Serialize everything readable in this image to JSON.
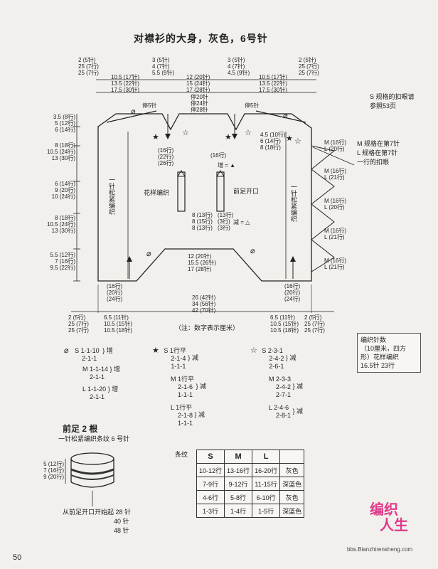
{
  "title": "对襟衫的大身，灰色，6号针",
  "top_left_rows": [
    "2 (5针)",
    "25 (7行)",
    "25 (7行)"
  ],
  "top_left_mid": [
    "10.5 (17针)",
    "13.5 (22针)",
    "17.5 (30针)"
  ],
  "top_center_left": [
    "3 (5针)",
    "4 (7针)",
    "5.5 (9针)"
  ],
  "top_center": [
    "12 (20针)",
    "15 (24针)",
    "17 (28针)"
  ],
  "top_center_right": [
    "3 (5针)",
    "4 (7针)",
    "4.5 (9针)"
  ],
  "top_right_mid": [
    "10.5 (17针)",
    "13.5 (22针)",
    "17.5 (30针)"
  ],
  "top_right_rows": [
    "2 (5针)",
    "25 (7行)",
    "25 (7行)"
  ],
  "stop_left": "停5针",
  "stop_right": "停5针",
  "stop_center": [
    "停20针",
    "停24针",
    "停28针"
  ],
  "left_side_top": [
    "3.5 (8行)",
    "5 (12行)",
    "6 (14行)"
  ],
  "left_side_2": [
    "8 (18行)",
    "10.5 (24行)",
    "13 (30行)"
  ],
  "left_side_3": [
    "6 (14行)",
    "9 (20行)",
    "10 (24行)"
  ],
  "left_side_4": [
    "8 (18行)",
    "10.5 (24行)",
    "13 (30行)"
  ],
  "left_side_5": [
    "5.5 (12行)",
    "7 (16行)",
    "9.5 (22行)"
  ],
  "right_side_top": [
    "4.5 (10行)",
    "6 (14行)",
    "8 (18行)"
  ],
  "m_l_notes": [
    {
      "m": "M (16行)",
      "l": "L (20行)"
    },
    {
      "m": "M (16行)",
      "l": "L (21行)"
    },
    {
      "m": "M (16行)",
      "l": "L (20行)"
    },
    {
      "m": "M (16行)",
      "l": "L (21行)"
    },
    {
      "m": "M (16行)",
      "l": "L (21行)"
    }
  ],
  "buttonhole_note": [
    "S 规格的扣眼请",
    "参照53页"
  ],
  "buttonhole_note_2": [
    "M 规格在第7针",
    "L 规格在第7针",
    "一行的扣眼"
  ],
  "front_inner": [
    "(16行)",
    "(22行)",
    "(26行)"
  ],
  "inc_label": "增 = ▲",
  "dec_label": "减 = △",
  "inner_bottom": [
    "8 (13行)",
    "8 (15行)",
    "8 (13行)"
  ],
  "inner_bottom_r": [
    "(13行)",
    "(3行)",
    "(3行)"
  ],
  "left_band": "一针松紧编织",
  "right_band": "一针松紧编织",
  "pattern_label": "花样编织",
  "front_opening": "前足开口",
  "bottom_mid": [
    "12 (20针)",
    "15.5 (26针)",
    "17 (28针)"
  ],
  "left_bottom": [
    "(16行)",
    "(20行)",
    "(24行)"
  ],
  "right_bottom": [
    "(16行)",
    "(20行)",
    "(24行)"
  ],
  "hem_total": [
    "26 (42针)",
    "34 (56针)",
    "42 (70针)"
  ],
  "hem_left_a": [
    "2 (5行)",
    "25 (7行)",
    "25 (7行)"
  ],
  "hem_left_b": [
    "6.5 (11针)",
    "10.5 (15针)",
    "10.5 (18针)"
  ],
  "hem_right_a": [
    "6.5 (11针)",
    "10.5 (15针)",
    "10.5 (18针)"
  ],
  "hem_right_b": [
    "2 (5行)",
    "25 (7行)",
    "25 (7行)"
  ],
  "unit_note": "（注：数字表示厘米）",
  "legend_circle": {
    "symbol": "⌀",
    "lines": [
      "S 1-1-10",
      "2-1-1"
    ],
    "tag": "增"
  },
  "legend_m_inc": {
    "lines": [
      "M 1-1-14",
      "2-1-1"
    ],
    "tag": "增"
  },
  "legend_l_inc": {
    "lines": [
      "L 1-1-20",
      "2-1-1"
    ],
    "tag": "增"
  },
  "legend_star_filled": {
    "symbol": "★",
    "lines": [
      "S 1行平",
      "2-1-4",
      "1-1-1"
    ],
    "tag": "减"
  },
  "legend_star_m": {
    "lines": [
      "M 1行平",
      "2-1-6",
      "1-1-1"
    ],
    "tag": "减"
  },
  "legend_star_l": {
    "lines": [
      "L 1行平",
      "2-1-8",
      "1-1-1"
    ],
    "tag": "减"
  },
  "legend_star_open": {
    "symbol": "☆",
    "lines": [
      "S 2-3-1",
      "2-4-2",
      "2-6-1"
    ],
    "tag": "减"
  },
  "legend_open_m": {
    "lines": [
      "M 2-3-3",
      "2-4-2",
      "2-7-1"
    ],
    "tag": "减"
  },
  "legend_open_l": {
    "lines": [
      "L 2-4-6",
      "2-8-1"
    ],
    "tag": "减"
  },
  "gauge_note": [
    "编织针数",
    "（10厘米，四方",
    "形）花样编织",
    "16.5针 23行"
  ],
  "front_feet_title": "前足 2 根",
  "front_feet_sub": "一针松紧编织条纹 6 号针",
  "front_feet_rows": [
    "5 (12行)",
    "7 (16行)",
    "9 (20行)"
  ],
  "front_feet_note": [
    "从前足开口开始起 28 针",
    "40 针",
    "48 针"
  ],
  "stripe_label": "条纹",
  "stripe_table": {
    "headers": [
      "S",
      "M",
      "L",
      ""
    ],
    "rows": [
      [
        "10-12行",
        "13-16行",
        "16-20行",
        "灰色"
      ],
      [
        "7-9行",
        "9-12行",
        "11-15行",
        "深蓝色"
      ],
      [
        "4-6行",
        "5-8行",
        "6-10行",
        "灰色"
      ],
      [
        "1-3行",
        "1-4行",
        "1-5行",
        "深蓝色"
      ]
    ]
  },
  "page_number": "50",
  "logo_text": [
    "编织",
    "人生"
  ],
  "logo_sub": "bbs.Bianzhirensheng.com"
}
